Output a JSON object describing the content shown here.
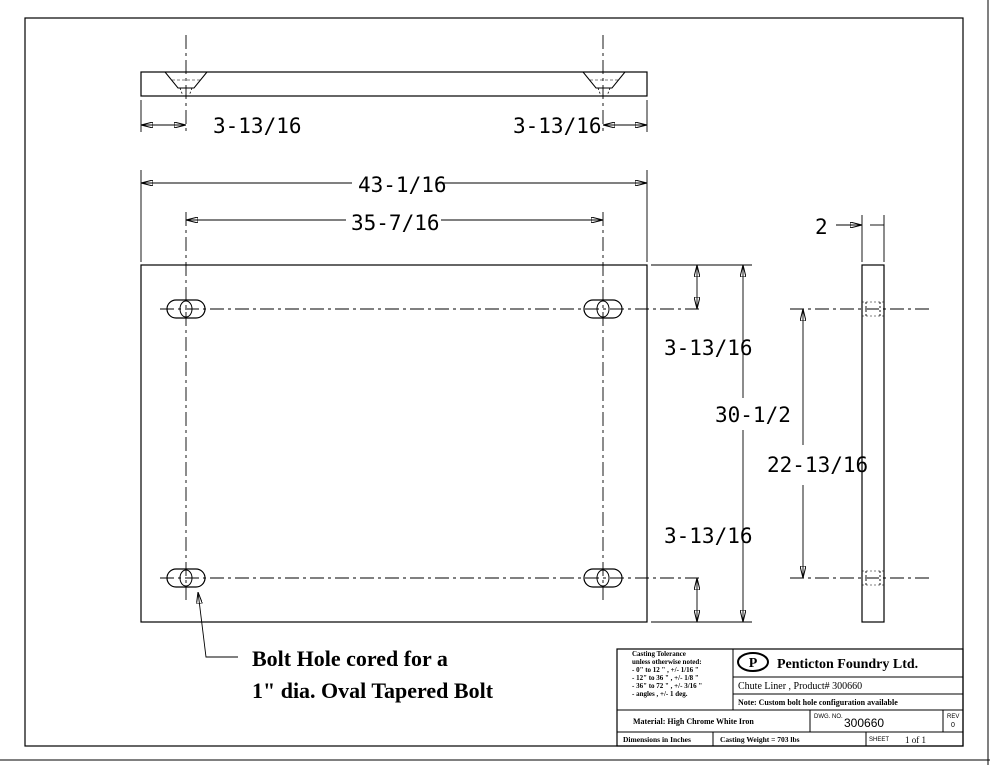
{
  "dimensions": {
    "top_left_offset": "3-13/16",
    "top_right_offset": "3-13/16",
    "overall_width": "43-1/16",
    "hole_spacing_width": "35-7/16",
    "thickness": "2",
    "top_hole_offset": "3-13/16",
    "overall_height": "30-1/2",
    "bottom_hole_offset": "3-13/16",
    "hole_spacing_height": "22-13/16"
  },
  "callout": {
    "line1": "Bolt Hole cored for a",
    "line2": "1\" dia. Oval Tapered Bolt"
  },
  "title_block": {
    "tolerance_lines": [
      "Casting Tolerance",
      "unless otherwise noted:",
      "- 0\" to 12 \" , +/- 1/16 \"",
      "- 12\" to 36 \" , +/- 1/8 \"",
      "- 36\" to 72 \" , +/- 3/16 \"",
      "- angles , +/- 1 deg."
    ],
    "logo_letter": "P",
    "company": "Penticton Foundry Ltd.",
    "part_desc": "Chute Liner , Product# 300660",
    "note": "Note: Custom bolt hole configuration available",
    "material": "Material: High Chrome White Iron",
    "dwg_label": "DWG. NO.",
    "dwg_no": "300660",
    "rev_label": "REV",
    "rev_value": "0",
    "units": "Dimensions in Inches",
    "weight": "Casting Weight = 703 lbs",
    "sheet_label": "SHEET",
    "sheet_value": "1 of 1"
  }
}
